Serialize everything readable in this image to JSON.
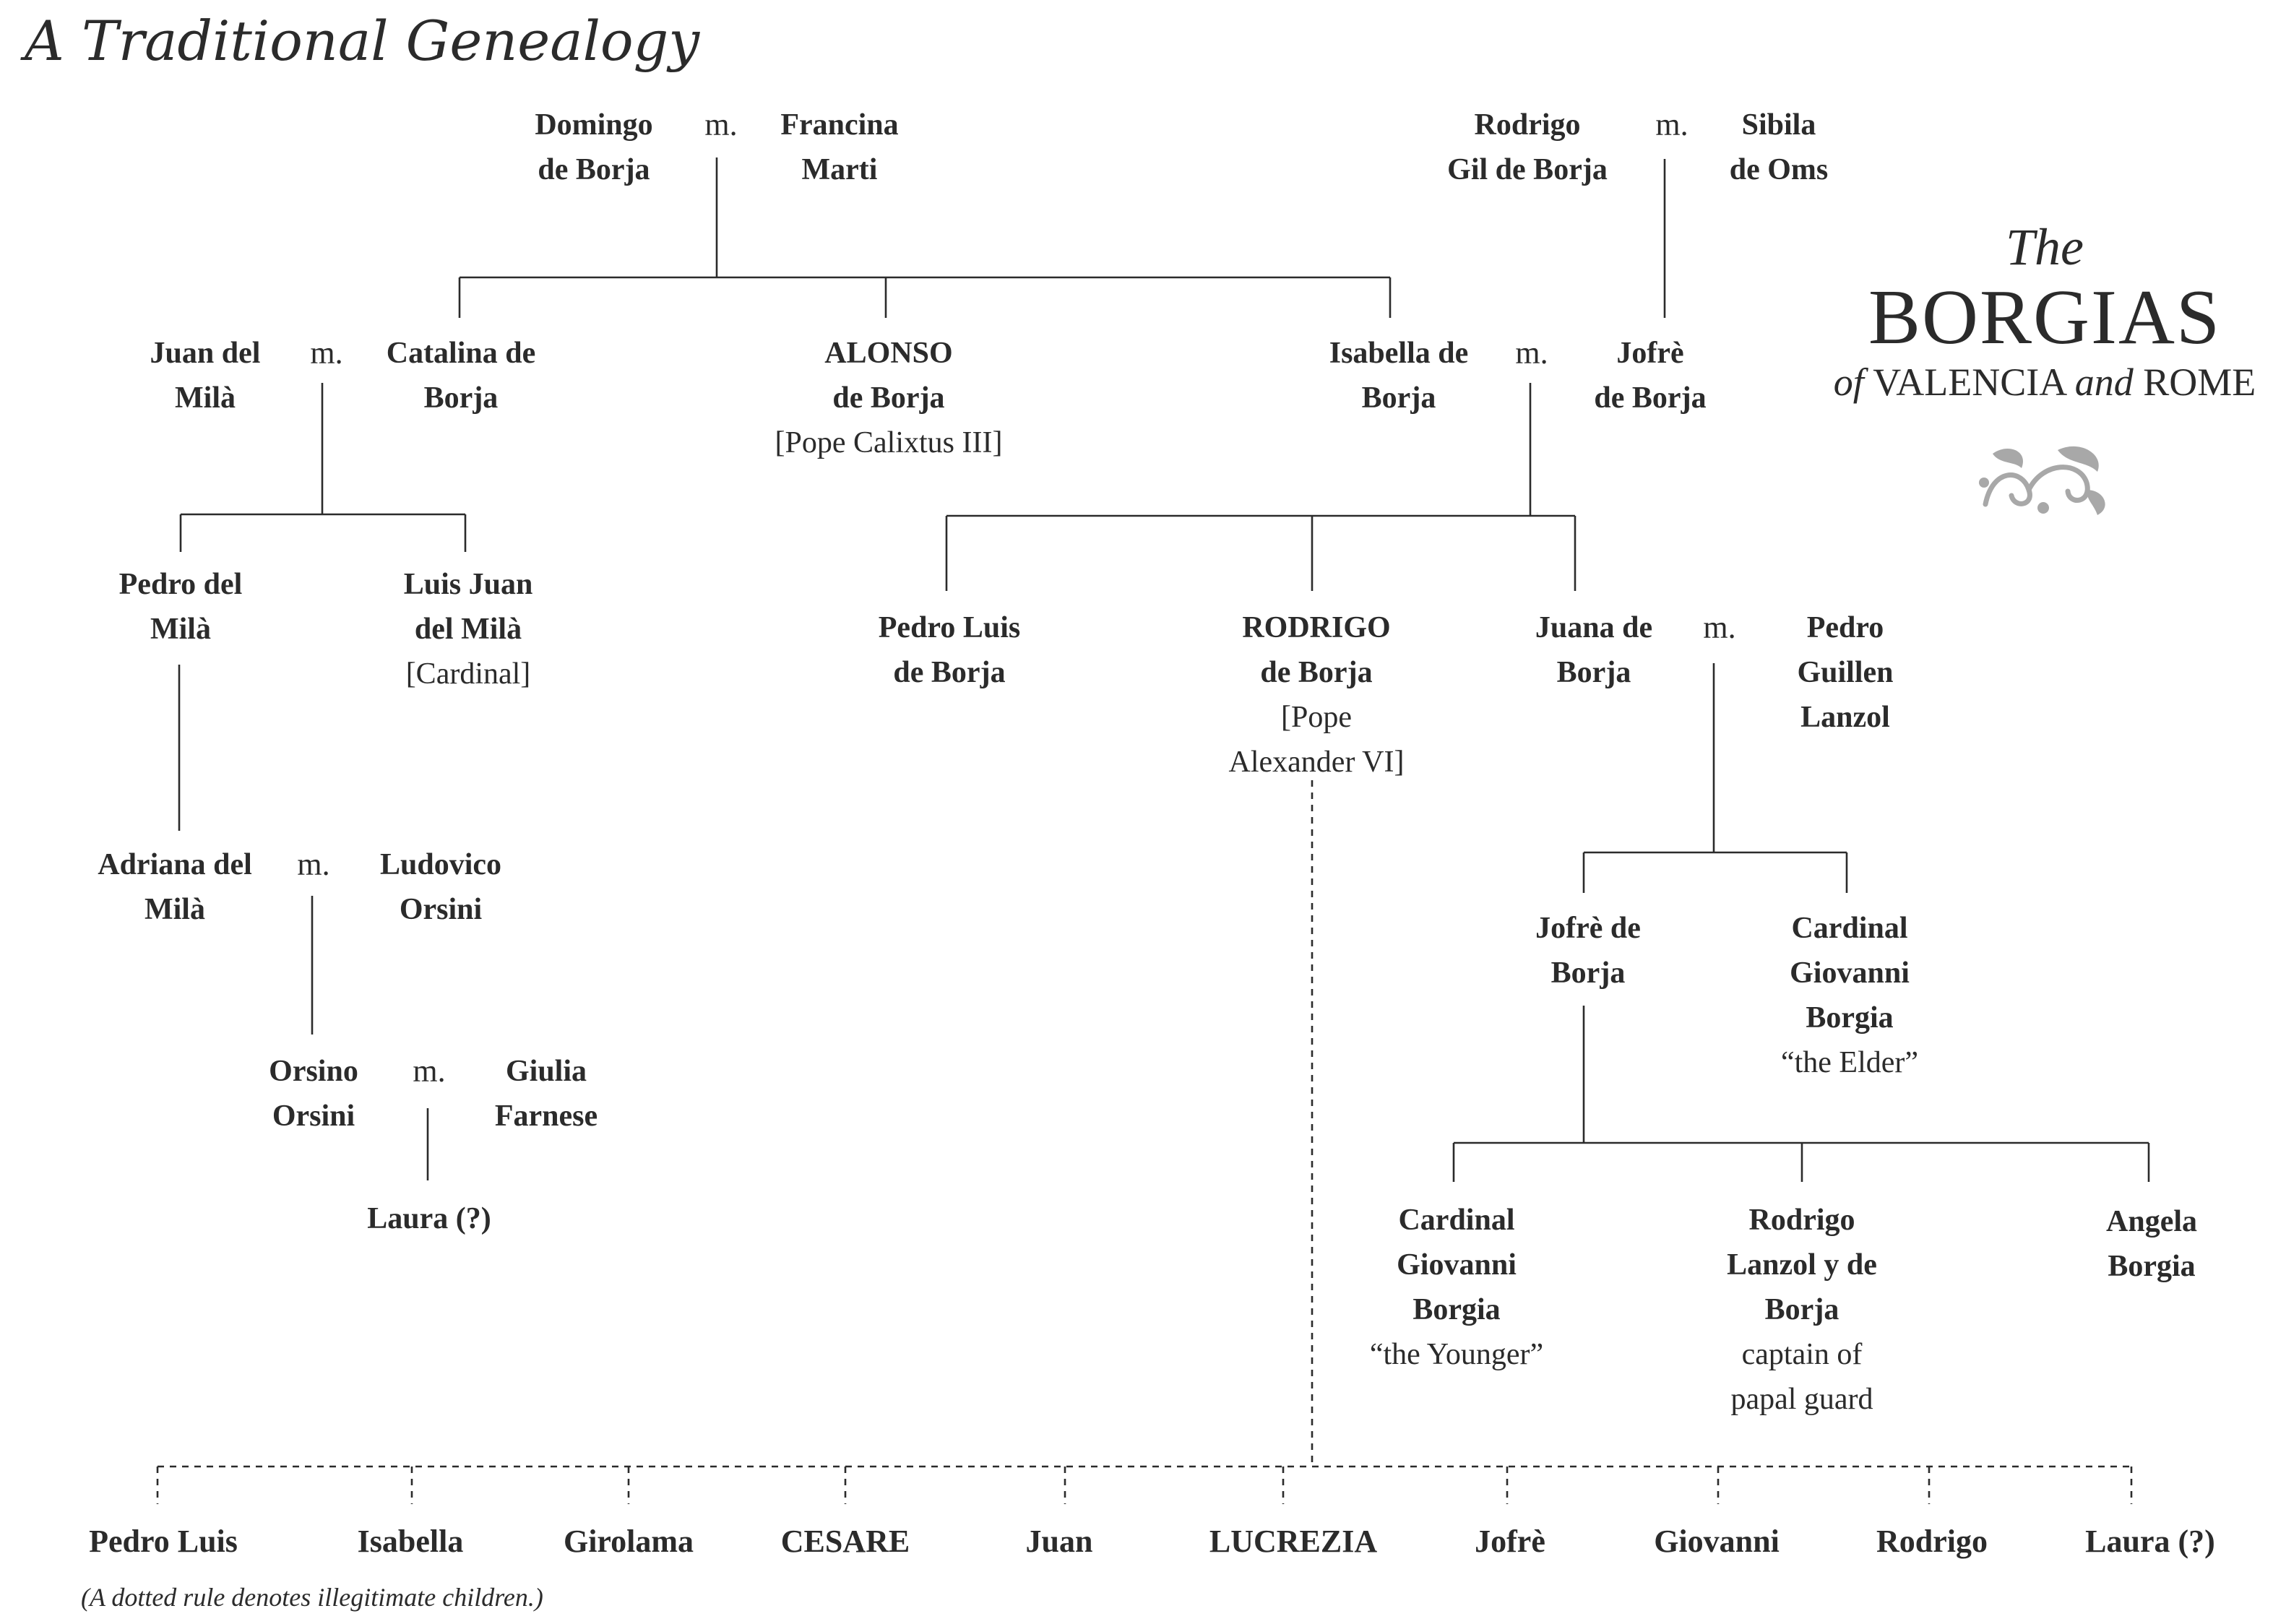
{
  "title": "A Traditional Genealogy",
  "brand": {
    "the": "The",
    "main": "BORGIAS",
    "sub_of": "of",
    "sub_valencia": "VALENCIA",
    "sub_and": "and",
    "sub_rome": "ROME"
  },
  "marriage_mark": "m.",
  "people": {
    "domingo": "Domingo\nde Borja",
    "francina": "Francina\nMarti",
    "rodrigo_gil": "Rodrigo\nGil de Borja",
    "sibila": "Sibila\nde Oms",
    "juan_mila": "Juan del\nMilà",
    "catalina": "Catalina de\nBorja",
    "alonso": "ALONSO\nde Borja",
    "alonso_note": "[Pope Calixtus III]",
    "isabella_borja": "Isabella de\nBorja",
    "jofre_borja": "Jofrè\nde Borja",
    "pedro_mila": "Pedro del\nMilà",
    "luis_juan": "Luis Juan\ndel Milà",
    "luis_juan_note": "[Cardinal]",
    "pedro_luis_borja": "Pedro Luis\nde Borja",
    "rodrigo_borja": "RODRIGO\nde Borja",
    "rodrigo_note": "[Pope\nAlexander VI]",
    "juana": "Juana de\nBorja",
    "pedro_guillen": "Pedro\nGuillen\nLanzol",
    "adriana": "Adriana del\nMilà",
    "ludovico": "Ludovico\nOrsini",
    "jofre_de_borja_2": "Jofrè de\nBorja",
    "cardinal_elder": "Cardinal\nGiovanni\nBorgia",
    "cardinal_elder_note": "“the Elder”",
    "orsino": "Orsino\nOrsini",
    "giulia": "Giulia\nFarnese",
    "laura_orsini": "Laura (?)",
    "cardinal_younger": "Cardinal\nGiovanni\nBorgia",
    "cardinal_younger_note": "“the Younger”",
    "rodrigo_lanzol": "Rodrigo\nLanzol y de\nBorja",
    "rodrigo_lanzol_note": "captain of\npapal guard",
    "angela": "Angela\nBorgia"
  },
  "children": [
    "Pedro Luis",
    "Isabella",
    "Girolama",
    "CESARE",
    "Juan",
    "LUCREZIA",
    "Jofrè",
    "Giovanni",
    "Rodrigo",
    "Laura (?)"
  ],
  "footnote": "(A dotted rule denotes illegitimate children.)"
}
